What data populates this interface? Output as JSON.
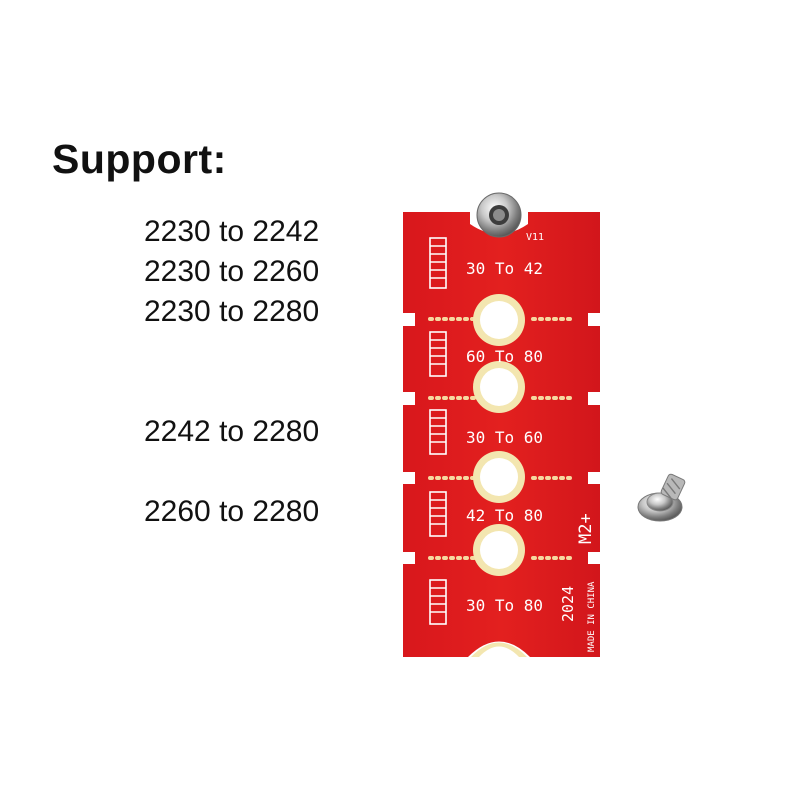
{
  "heading": "Support:",
  "support_lines": [
    "2230 to 2242",
    "2230 to 2260",
    "2230 to 2280",
    "2242 to 2280",
    "2260 to 2280"
  ],
  "board": {
    "version_label": "V11",
    "segment_labels": [
      "30 To 42",
      "60 To 80",
      "30 To 60",
      "42 To 80",
      "30 To 80"
    ],
    "brand_label": "M2+",
    "year_label": "2024",
    "origin_label": "MADE IN CHINA",
    "colors": {
      "pcb": "#e01b1f",
      "pad": "#f3e6b0",
      "silk": "#ffffff",
      "background": "#ffffff"
    }
  }
}
